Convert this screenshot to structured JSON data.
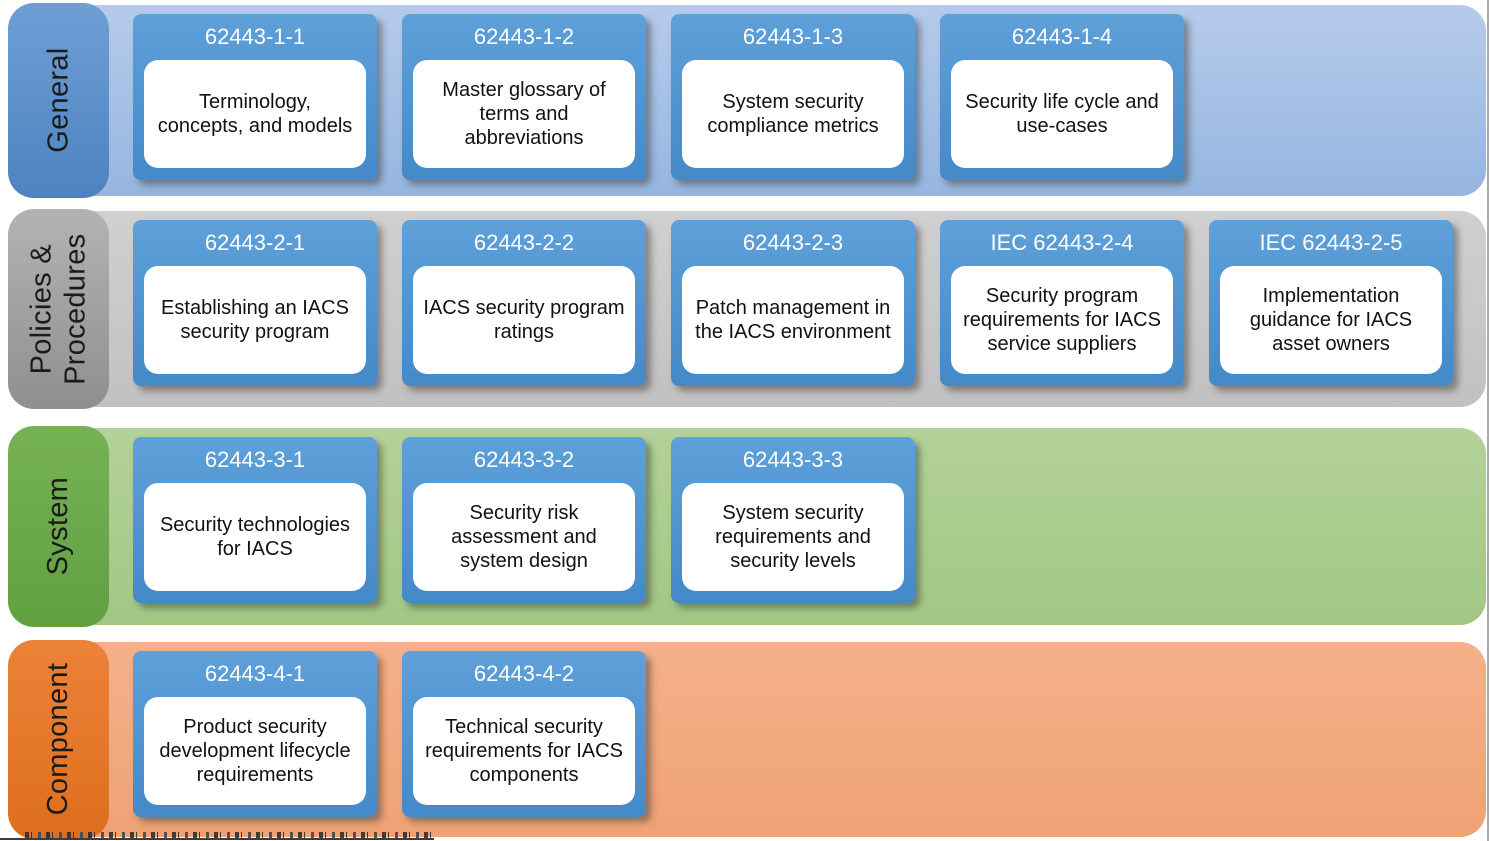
{
  "colors": {
    "page_bg": "#ffffff",
    "card_header_top": "#5fa0d9",
    "card_header_bottom": "#4489c8",
    "card_body_bg": "#ffffff",
    "card_code_text": "#ffffff",
    "card_title_text": "#111111",
    "row_label_text": "#1a1a1a",
    "right_edge_line": "#ababab",
    "caption_ink": "#3c3c3c"
  },
  "rows": [
    {
      "id": "general",
      "label": "General",
      "tab_colors": [
        "#6f9ed5",
        "#4d83c1"
      ],
      "band_colors": [
        "#b6cbea",
        "#95b6e0"
      ],
      "cards": [
        {
          "code": "62443-1-1",
          "title": "Terminology, concepts, and models"
        },
        {
          "code": "62443-1-2",
          "title": "Master glossary of terms and abbreviations"
        },
        {
          "code": "62443-1-3",
          "title": "System security compliance metrics"
        },
        {
          "code": "62443-1-4",
          "title": "Security life cycle and use-cases"
        }
      ]
    },
    {
      "id": "policies-procedures",
      "label": "Policies &\nProcedures",
      "tab_colors": [
        "#b3b3b3",
        "#8f8f8f"
      ],
      "band_colors": [
        "#d0d0d0",
        "#c1c1c1"
      ],
      "cards": [
        {
          "code": "62443-2-1",
          "title": "Establishing an IACS security program"
        },
        {
          "code": "62443-2-2",
          "title": "IACS security program ratings"
        },
        {
          "code": "62443-2-3",
          "title": "Patch management in the IACS environment"
        },
        {
          "code": "IEC 62443-2-4",
          "title": "Security program requirements for IACS service suppliers"
        },
        {
          "code": "IEC 62443-2-5",
          "title": "Implementation guidance for IACS asset owners"
        }
      ]
    },
    {
      "id": "system",
      "label": "System",
      "tab_colors": [
        "#76b156",
        "#61a041"
      ],
      "band_colors": [
        "#b3d29a",
        "#a2c784"
      ],
      "cards": [
        {
          "code": "62443-3-1",
          "title": "Security technologies for IACS"
        },
        {
          "code": "62443-3-2",
          "title": "Security risk assessment and system design"
        },
        {
          "code": "62443-3-3",
          "title": "System security requirements and security levels"
        }
      ]
    },
    {
      "id": "component",
      "label": "Component",
      "tab_colors": [
        "#ec8238",
        "#de6e1e"
      ],
      "band_colors": [
        "#f5b08a",
        "#efa274"
      ],
      "cards": [
        {
          "code": "62443-4-1",
          "title": "Product security development lifecycle requirements"
        },
        {
          "code": "62443-4-2",
          "title": "Technical security requirements for IACS components"
        }
      ]
    }
  ]
}
